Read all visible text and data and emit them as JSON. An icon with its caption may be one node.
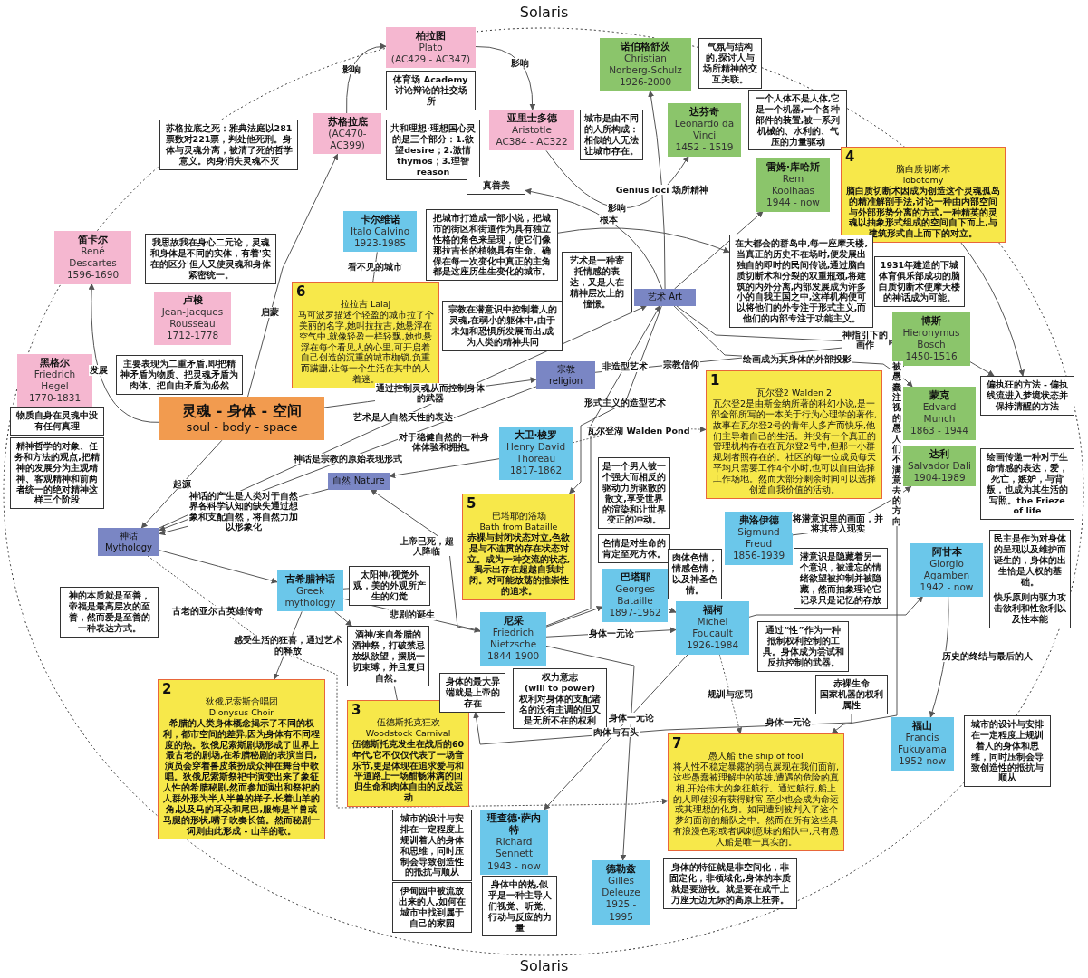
{
  "diagram": {
    "title": "Solaris",
    "caption": "Solaris",
    "nodes": [
      {
        "text": [
          "灵魂 - 身体 - 空间",
          "soul - body - space"
        ]
      },
      {
        "text": [
          "苏格拉底",
          "(AC470-AC399)"
        ]
      },
      {
        "text": [
          "苏格拉底之死：雅典法庭以281票数对221票，判处他死刑。身体与灵魂分离，被清了死的哲学意义。肉身消失灵魂不灭"
        ]
      },
      {
        "text": [
          "柏拉图",
          "Plato",
          "(AC429 - AC347)"
        ]
      },
      {
        "text": [
          "体育场 Academy 讨论辩论的社交场所"
        ]
      },
      {
        "text": [
          "共和理想·理想国心灵的是三个部分：1.欲望desire；2.激情thymos；3.理智 reason"
        ]
      },
      {
        "text": [
          "亚里士多德",
          "Aristotle",
          "AC384 - AC322"
        ]
      },
      {
        "text": [
          "真善美"
        ]
      },
      {
        "text": [
          "诺伯格舒茨",
          "Christian Norberg-Schulz",
          "1926-2000"
        ]
      },
      {
        "text": [
          "气氛与结构的,探讨人与场所精神的交互关联。"
        ]
      },
      {
        "text": [
          "城市是由不同的人所构成：相似的人无法让城市存在。"
        ]
      },
      {
        "text": [
          "达芬奇",
          "Leonardo da Vinci",
          "1452 - 1519"
        ]
      },
      {
        "text": [
          "一个人体不是人体,它是一个机器,一个各种部件的装置,被一系列机械的、水利的、气压的力量驱动"
        ]
      },
      {
        "text": [
          "雷姆·库哈斯",
          "Rem Koolhaas",
          "1944 - now"
        ]
      },
      {
        "text": [
          "4",
          "脑白质切断术",
          "lobotomy",
          "脑白质切断术因成为创造这个灵魂孤岛的精准解剖手法,讨论一种由内部空间与外部形势分离的方式,一种精英的灵魂以抽象形式组成的空间自下而上,与建筑形式自上而下的对立。"
        ]
      },
      {
        "text": [
          "在大都会的群岛中,每一座摩天楼,当真正的历史不在场时,便发展出独自的即时的民间传说,通过脑白质切断术和分裂的双重瓶颈,将建筑的内外分离,内部发展成为许多小的自我王国之中,这样机构便可以将他们的外专注于形式主义,而他们的内部专注于功能主义。"
        ]
      },
      {
        "text": [
          "1931年建造的下城体育俱乐部成功的脑白质切断术使摩天楼的神话成为可能。"
        ]
      },
      {
        "text": [
          "笛卡尔",
          "René Descartes",
          "1596-1690"
        ]
      },
      {
        "text": [
          "我思故我在身心二元论，灵魂和身体是不同的实体，有着'实在的区分'但人又使灵魂和身体紧密统一。"
        ]
      },
      {
        "text": [
          "卢梭",
          "Jean-Jacques Rousseau",
          "1712-1778"
        ]
      },
      {
        "text": [
          "主要表现为二重矛盾,即把精神矛盾为物质、把灵魂矛盾为肉体、把自由矛盾为必然"
        ]
      },
      {
        "text": [
          "黑格尔",
          "Friedrich Hegel",
          "1770-1831"
        ]
      },
      {
        "text": [
          "物质自身在灵魂中没有任何真理"
        ]
      },
      {
        "text": [
          "精神哲学的对象、任务和方法的观点,把精神的发展分为主观精神、客观精神和前两者统一的绝对精神这样三个阶段"
        ]
      },
      {
        "text": [
          "卡尔维诺",
          "Italo Calvino",
          "1923-1985"
        ]
      },
      {
        "text": [
          "6",
          "拉拉吉 Lalaj",
          "马可波罗描述个轻盈的城市拉了个美丽的名字,她叫拉拉吉,她悬浮在空气中,就像轻盈一样轻飘,她也悬浮在每个看见人的心里,可开启着自己创造的沉重的城市枷锁,负重而蹒跚,让每一个生活在其中的人着迷。"
        ]
      },
      {
        "text": [
          "把城市打造成一部小说，把城市的街区和街道作为具有独立性格的角色来呈现，使它们像那拉吉长的植物具有生命。确保在每一次变化中真正的主角都是这座历生生变化的城市。"
        ]
      },
      {
        "text": [
          "艺术是一种寄托情感的表达，又是人在精神层次上的憧憬。"
        ]
      },
      {
        "text": [
          "艺术 Art"
        ]
      },
      {
        "text": [
          "宗教在潜意识中控制着人的灵魂,在弱小的躯体中,由于未知和恐惧所发展而出,成为人类的精神共同"
        ]
      },
      {
        "text": [
          "宗教",
          "religion"
        ]
      },
      {
        "text": [
          "博斯",
          "Hieronymus Bosch",
          "1450-1516"
        ]
      },
      {
        "text": [
          "蒙克",
          "Edvard Munch",
          "1863 - 1944"
        ]
      },
      {
        "text": [
          "绘画传递一种对于生命情感的表达，爱，死亡，嫉妒，与背叛，也成为其生活的写照。the Frieze of life"
        ]
      },
      {
        "text": [
          "1",
          "瓦尔登2 Walden 2",
          "瓦尔登2是由斯金纳所著的科幻小说,是一部全部所写的一本关于行为心理学的著作,故事在瓦尔登2号的青年人多产而快乐,他们主导着自己的生活。并没有一个真正的管理机构存在在瓦尔登2号中,但那一小群规划者照存在的。社区的每一位成员每天平均只需要工作4个小时,也可以自由选择工作场地。然而大部分剩余时间可以选择创造自我价值的活动。"
        ]
      },
      {
        "text": [
          "大卫·梭罗",
          "Henry David Thoreau",
          "1817-1862"
        ]
      },
      {
        "text": [
          "是一个男人被一个强大而相反的驱动力所驱散的散文,享受世界的渲染和让世界变正的冲动。"
        ]
      },
      {
        "text": [
          "自然 Nature"
        ]
      },
      {
        "text": [
          "神话",
          "Mythology"
        ]
      },
      {
        "text": [
          "神的本质就是至善，帝福是最高层次的至善，然而爱是至善的一种表达方式。"
        ]
      },
      {
        "text": [
          "古希腊神话",
          "Greek mythology"
        ]
      },
      {
        "text": [
          "太阳神/视觉外观，美的外观所产生的幻觉"
        ]
      },
      {
        "text": [
          "酒神/来自希腊的酒神祭，打破禁忌放纵欲望，摆脱一切束缚，并且复归自然。"
        ]
      },
      {
        "text": [
          "2",
          "狄俄尼索斯合唱团",
          "Dionysus Choir",
          "希腊的人类身体概念揭示了不同的权利，都市空间的差异,因为身体有不同程度的热。狄俄尼索斯剧场形成了世界上最古老的剧场,在希腊秘剧的表演当日,演员会穿着兽皮装扮成众神在舞台中歌唱。狄俄尼索斯祭祀中演变出来了象征人性的希腊秘剧,然而参加演出和祭祀的人群外形为半人半兽的样子,长着山羊的角,以及马的耳朵和尾巴,服饰是半兽或马腿的形状,嘴子吹奏长笛。然而秘剧一词则由此形成 - 山羊的歌。"
        ]
      },
      {
        "text": [
          "3",
          "伍德斯托克狂欢",
          "Woodstock Carnival",
          "伍德斯托克发生在战后的60年代,它不仅仅代表了一场音乐节,更是体现在追求爱与和平道路上一场酣畅淋漓的回归生命和肉体自由的反战运动"
        ]
      },
      {
        "text": [
          "5",
          "巴塔耶的浴场",
          "Bath from Bataille",
          "赤裸与封闭状态对立,色欲是与不连贯的存在状态对立。成为一种交流的状态,揭示出存在超越自我封闭。对可能放荡的推崇性的追求。"
        ]
      },
      {
        "text": [
          "色情是对生命的肯定至死方休。"
        ]
      },
      {
        "text": [
          "弗洛伊德",
          "Sigmund Freud",
          "1856-1939"
        ]
      },
      {
        "text": [
          "潜意识是隐藏着另一个意识，被遗忘的情绪欲望被抑制并被隐藏，然而抽象理论它记录只是记忆的存放"
        ]
      },
      {
        "text": [
          "快乐原则内驱力攻击欲利和性欲利以及性本能"
        ]
      },
      {
        "text": [
          "巴塔耶",
          "Georges Bataille",
          "1897-1962"
        ]
      },
      {
        "text": [
          "肉体色情，情感色情，以及神圣色情。"
        ]
      },
      {
        "text": [
          "尼采",
          "Friedrich Nietzsche",
          "1844-1900"
        ]
      },
      {
        "text": [
          "身体的最大异端就是上帝的存在"
        ]
      },
      {
        "text": [
          "权力意志",
          "(will to power)",
          "权利对身体的支配诸名的没有主调的但又是无所不在的权利"
        ]
      },
      {
        "text": [
          "福柯",
          "Michel Foucault",
          "1926-1984"
        ]
      },
      {
        "text": [
          "通过“性”作为一种抵制权利控制的工具。身体成为尝试和反抗控制的武器。"
        ]
      },
      {
        "text": [
          "7",
          "愚人船 the ship of fool",
          "将人性不稳定暴露的弱点展现在我们面前,这些愚蠢被理解中的英雄,遭遇的危险的真相,开始伟大的象征航行。通过航行,船上的人即使没有获得财富,至少也会成为命运或其理想的化身。如同遭到被判入了这个梦幻面前的船队之中。然而在所有这些具有浪漫色彩或者讽刺意味的船队中,只有愚人船是唯一真实的。"
        ]
      },
      {
        "text": [
          "赤裸生命",
          "国家机器的权利属性"
        ]
      },
      {
        "text": [
          "阿甘本",
          "Giorgio Agamben",
          "1942 - now"
        ]
      },
      {
        "text": [
          "民主是作为对身体的呈现以及维护而诞生的，身体的出生恰是人权的基础。"
        ]
      },
      {
        "text": [
          "达利",
          "Salvador Dali",
          "1904-1989"
        ]
      },
      {
        "text": [
          "偏执狂的方法 - 偏执线流进入梦境状态并保持清醒的方法"
        ]
      },
      {
        "text": [
          "福山",
          "Francis Fukuyama",
          "1952-now"
        ]
      },
      {
        "text": [
          "城市的设计与安排在一定程度上规训着人的身体和思维，同时压制会导致创造性的抵抗与顺从"
        ]
      },
      {
        "text": [
          "理查德·萨内特",
          "Richard Sennett",
          "1943 - now"
        ]
      },
      {
        "text": [
          "城市的设计与安排在一定程度上规训着人的身体和思维，同时压制会导致创造性的抵抗与顺从"
        ]
      },
      {
        "text": [
          "伊甸园中被流放出来的人,如何在城市中找到属于自己的家园"
        ]
      },
      {
        "text": [
          "身体中的热,似乎是一种主导人们视觉、听觉、行动与反应的力量"
        ]
      },
      {
        "text": [
          "德勒兹",
          "Gilles Deleuze",
          "1925 - 1995"
        ]
      },
      {
        "text": [
          "身体的特征就是非空间化，非固定化，非领域化,身体的本质就是要游牧。就是要在成千上万座无边无际的高原上狂奔。"
        ]
      }
    ],
    "edges": [
      {
        "from": 1,
        "to": 3,
        "arrow": "to",
        "label": "影响"
      },
      {
        "from": 3,
        "to": 6,
        "arrow": "to",
        "label": "影响"
      },
      {
        "from": 0,
        "to": 1,
        "arrow": "to",
        "label": "启蒙"
      },
      {
        "from": 0,
        "to": 17,
        "arrow": "to",
        "label": "发展"
      },
      {
        "from": 0,
        "to": 38,
        "arrow": "to",
        "label": "起源"
      },
      {
        "from": 24,
        "to": 25,
        "arrow": "to",
        "label": "看不见的城市"
      },
      {
        "from": 6,
        "to": 11,
        "arrow": "to",
        "label": "影响"
      },
      {
        "from": 28,
        "to": 8,
        "arrow": "to",
        "label": "Genius loci 场所精神"
      },
      {
        "from": 28,
        "to": 7,
        "arrow": "to",
        "label": "根本"
      },
      {
        "from": 28,
        "to": 13,
        "arrow": "to"
      },
      {
        "from": 26,
        "to": 15,
        "arrow": "to"
      },
      {
        "from": 28,
        "to": 31,
        "arrow": "to",
        "label": "神指引下的画作"
      },
      {
        "from": 28,
        "to": 32,
        "arrow": "to",
        "label": "绘画成为其身体的外部投影"
      },
      {
        "from": 30,
        "to": 31,
        "arrow": "to",
        "label": "宗教信仰"
      },
      {
        "from": 0,
        "to": 30,
        "arrow": "to",
        "label": "通过控制灵魂从而控制身体的武器"
      },
      {
        "from": 38,
        "to": 28,
        "arrow": "to",
        "label": "艺术是人自然天性的表达"
      },
      {
        "from": 30,
        "to": 38,
        "arrow": "to",
        "label": "神话是宗教的原始表现形式"
      },
      {
        "from": 37,
        "to": 38,
        "arrow": "to",
        "label": "神话的产生是人类对于自然界各科学认知的缺失通过想象和支配自然，将自然力加以形象化"
      },
      {
        "from": 35,
        "to": 37,
        "arrow": "to",
        "label": "对于稳健自然的一种身体体验和拥抱。"
      },
      {
        "from": 35,
        "to": 34,
        "arrow": "to",
        "style": "dashed",
        "label": "瓦尔登湖 Walden Pond"
      },
      {
        "from": 38,
        "to": 40,
        "arrow": "to"
      },
      {
        "from": 38,
        "to": 57,
        "arrow": "to",
        "style": "dashed",
        "label": "古老的亚尔古英雄传奇"
      },
      {
        "from": 40,
        "to": 43,
        "arrow": "to",
        "label": "感受生活的狂喜，通过艺术的释放"
      },
      {
        "from": 40,
        "to": 41,
        "arrow": "to"
      },
      {
        "from": 40,
        "to": 42,
        "arrow": "to"
      },
      {
        "from": 42,
        "to": 44,
        "arrow": "to"
      },
      {
        "from": 40,
        "to": 52,
        "arrow": "to",
        "label": "悲剧的诞生"
      },
      {
        "from": 52,
        "to": 37,
        "arrow": "to",
        "label": "上帝已死，超人降临"
      },
      {
        "from": 52,
        "to": 50,
        "arrow": "to"
      },
      {
        "from": 52,
        "to": 55,
        "arrow": "to",
        "label": "身体一元论"
      },
      {
        "from": 52,
        "to": 69,
        "arrow": "to",
        "label": "身体一元论"
      },
      {
        "from": 55,
        "to": 65,
        "arrow": "to",
        "label": "肉体与石头"
      },
      {
        "from": 55,
        "to": 57,
        "arrow": "to",
        "style": "dashed",
        "label": "规训与惩罚"
      },
      {
        "from": 50,
        "to": 55,
        "arrow": "to"
      },
      {
        "from": 28,
        "to": 45,
        "arrow": "to",
        "label": "形式主义的造型艺术"
      },
      {
        "from": 52,
        "to": 28,
        "arrow": "to",
        "label": "非造型艺术"
      },
      {
        "from": 55,
        "to": 59,
        "arrow": "to"
      },
      {
        "from": 59,
        "to": 63,
        "arrow": "to",
        "label": "历史的终结与最后的人"
      },
      {
        "from": 31,
        "to": 57,
        "arrow": "to",
        "label": "被愚蠢注视的愚人们不满意去的方向"
      },
      {
        "from": 47,
        "to": 61,
        "arrow": "to",
        "label": "将潜意识里的画面，并将其带入现实"
      },
      {
        "from": 14,
        "to": 62,
        "arrow": "to"
      },
      {
        "from": 31,
        "to": 62,
        "arrow": "to"
      },
      {
        "from": 58,
        "to": 53,
        "arrow": "to",
        "label": "身体一元论"
      }
    ]
  }
}
